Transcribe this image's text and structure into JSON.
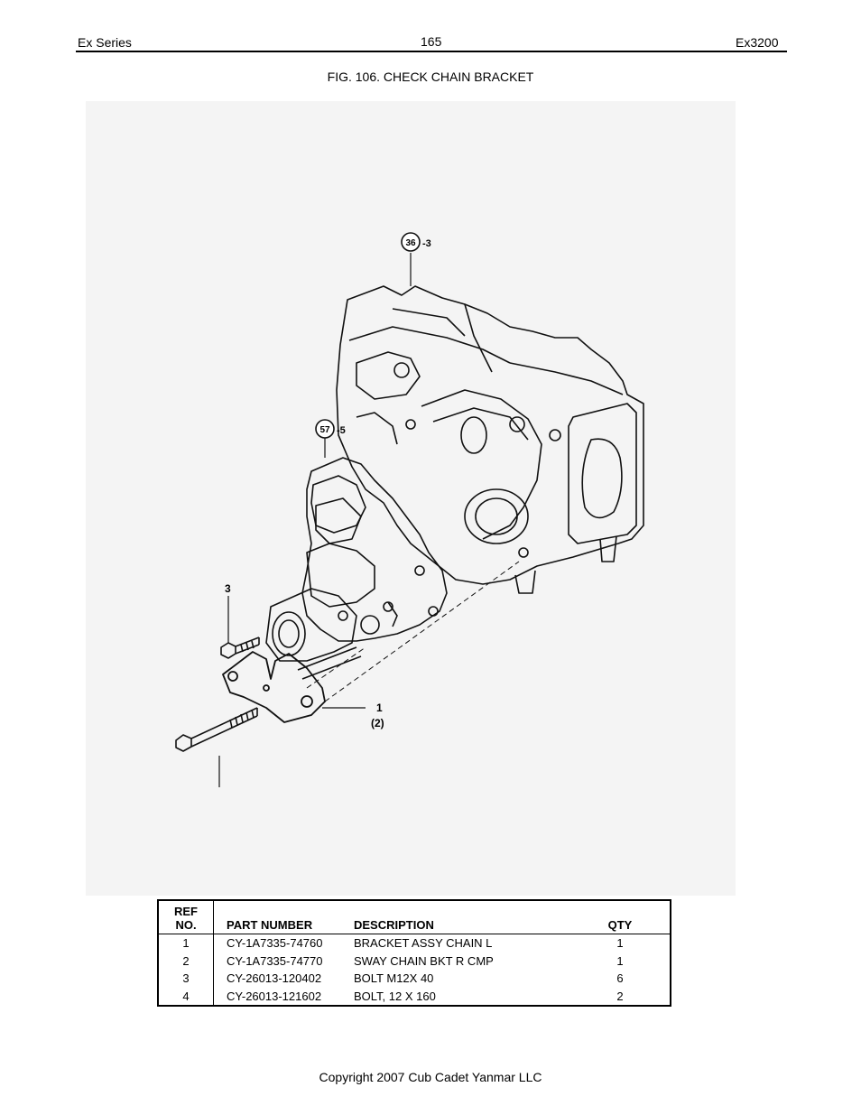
{
  "header": {
    "series": "Ex Series",
    "page_number": "165",
    "model": "Ex3200"
  },
  "figure": {
    "title": "FIG. 106. CHECK CHAIN BRACKET",
    "callouts": {
      "ref36": "36",
      "ref36_suffix": "-3",
      "ref57": "57",
      "ref57_suffix": "-5",
      "item3": "3",
      "item1": "1",
      "item1_qty": "(2)"
    }
  },
  "table": {
    "headers": {
      "ref_line1": "REF",
      "ref_line2": "NO.",
      "part_number": "PART NUMBER",
      "description": "DESCRIPTION",
      "qty": "QTY"
    },
    "rows": [
      {
        "ref": "1",
        "part_number": "CY-1A7335-74760",
        "description": "BRACKET ASSY CHAIN L",
        "qty": "1"
      },
      {
        "ref": "2",
        "part_number": "CY-1A7335-74770",
        "description": "SWAY CHAIN BKT R CMP",
        "qty": "1"
      },
      {
        "ref": "3",
        "part_number": "CY-26013-120402",
        "description": "BOLT M12X 40",
        "qty": "6"
      },
      {
        "ref": "4",
        "part_number": "CY-26013-121602",
        "description": "BOLT,  12 X 160",
        "qty": "2"
      }
    ]
  },
  "footer": {
    "copyright": "Copyright 2007 Cub Cadet Yanmar LLC"
  }
}
